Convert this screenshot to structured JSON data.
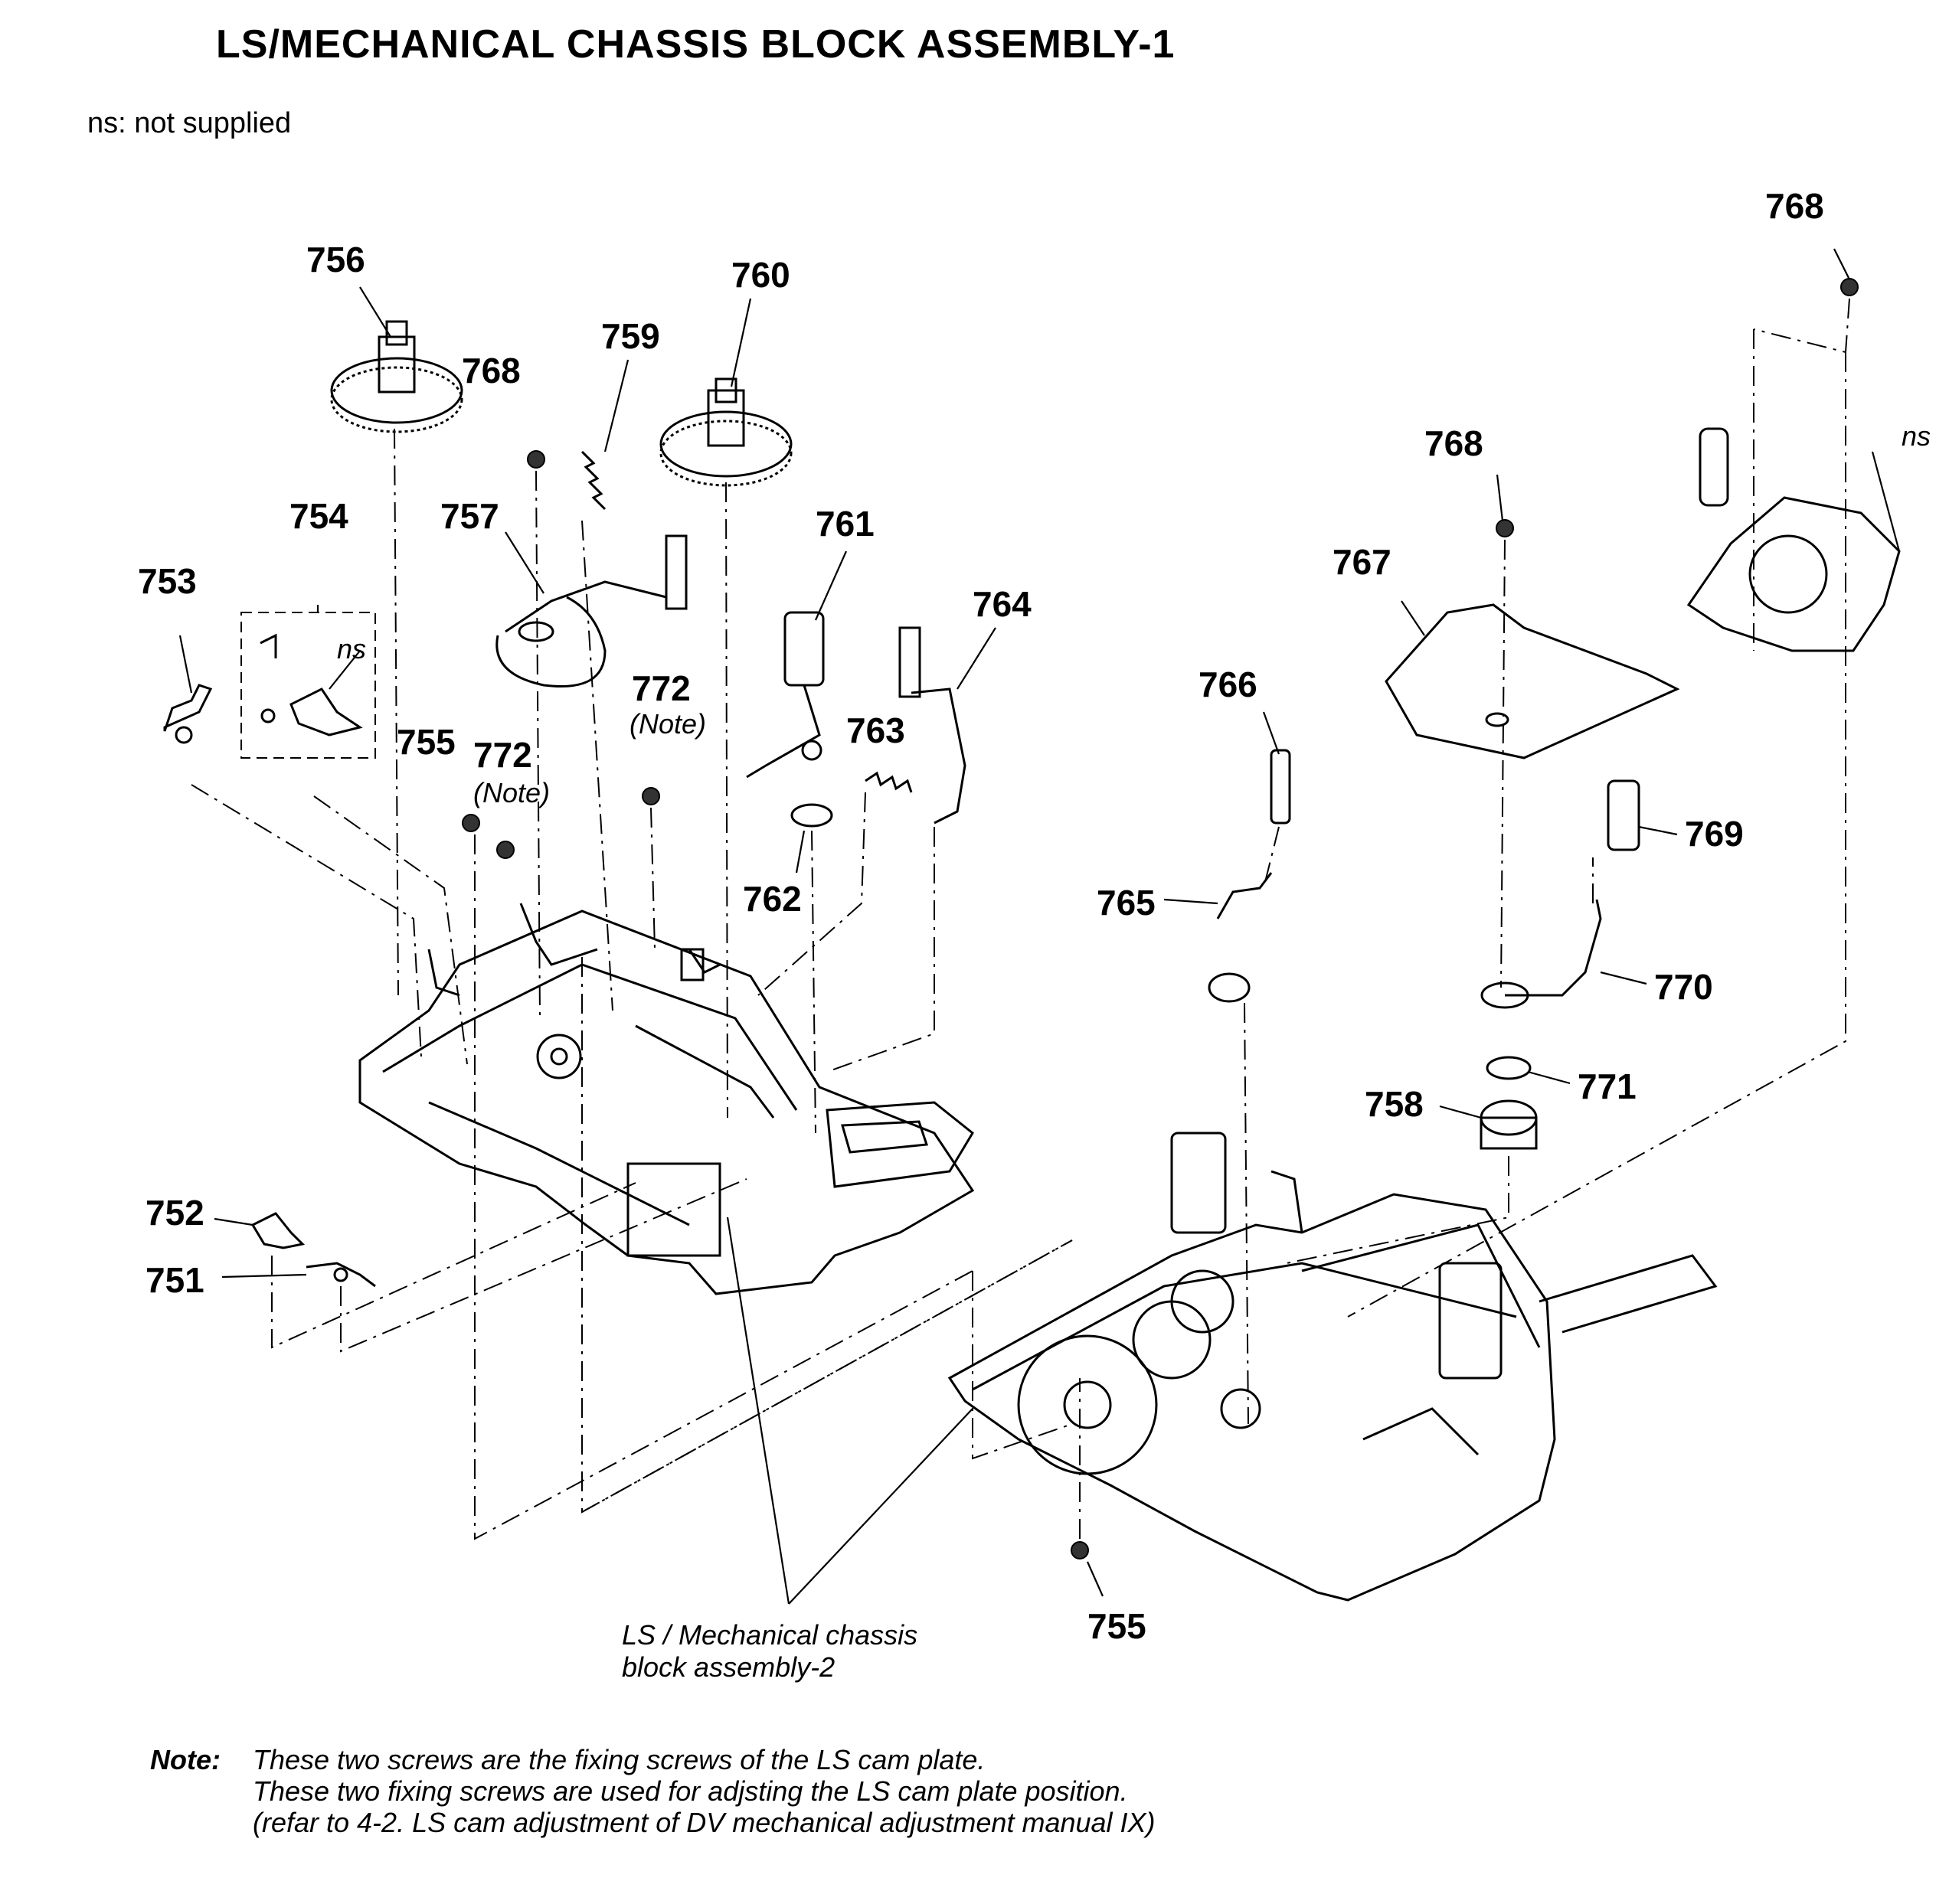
{
  "title": "LS/MECHANICAL CHASSIS BLOCK ASSEMBLY-1",
  "legend": "ns: not supplied",
  "part_labels": {
    "p751": "751",
    "p752": "752",
    "p753": "753",
    "p754": "754",
    "p755_left": "755",
    "p755_bottom": "755",
    "p756": "756",
    "p757": "757",
    "p758": "758",
    "p759": "759",
    "p760": "760",
    "p761": "761",
    "p762": "762",
    "p763": "763",
    "p764": "764",
    "p765": "765",
    "p766": "766",
    "p767": "767",
    "p768_a": "768",
    "p768_b": "768",
    "p768_c": "768",
    "p769": "769",
    "p770": "770",
    "p771": "771",
    "p772_a": "772",
    "p772_b": "772"
  },
  "note_markers": {
    "note_a": "(Note)",
    "note_b": "(Note)"
  },
  "ns_markers": {
    "ns_a": "ns",
    "ns_b": "ns"
  },
  "reference": {
    "line1": "LS / Mechanical chassis",
    "line2": "block assembly-2"
  },
  "note": {
    "head": "Note:",
    "line1": "These two screws are the fixing screws of the LS cam plate.",
    "line2": "These two fixing screws are used for adjsting the LS cam plate position.",
    "line3": "(refar to 4-2. LS cam adjustment of DV mechanical adjustment manual IX)"
  }
}
